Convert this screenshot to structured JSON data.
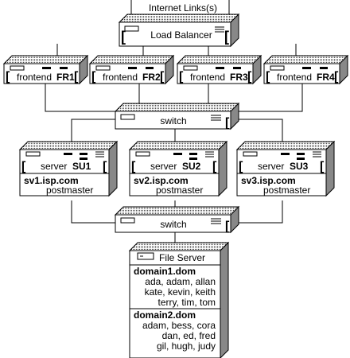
{
  "title": "Internet Links(s)",
  "load_balancer": {
    "label": "Load Balancer"
  },
  "frontends": [
    {
      "prefix": "frontend",
      "id": "FR1"
    },
    {
      "prefix": "frontend",
      "id": "FR2"
    },
    {
      "prefix": "frontend",
      "id": "FR3"
    },
    {
      "prefix": "frontend",
      "id": "FR4"
    }
  ],
  "switch_top": {
    "label": "switch"
  },
  "servers": [
    {
      "prefix": "server",
      "id": "SU1",
      "host": "sv1.isp.com",
      "account": "postmaster"
    },
    {
      "prefix": "server",
      "id": "SU2",
      "host": "sv2.isp.com",
      "account": "postmaster"
    },
    {
      "prefix": "server",
      "id": "SU3",
      "host": "sv3.isp.com",
      "account": "postmaster"
    }
  ],
  "switch_bottom": {
    "label": "switch"
  },
  "file_server": {
    "title": "File Server",
    "domains": [
      {
        "name": "domain1.dom",
        "lines": [
          "ada, adam, allan",
          "kate, kevin, keith",
          "terry, tim, tom"
        ]
      },
      {
        "name": "domain2.dom",
        "lines": [
          "adam, bess, cora",
          "dan, ed, fred",
          "gil, hugh, judy"
        ]
      }
    ]
  }
}
